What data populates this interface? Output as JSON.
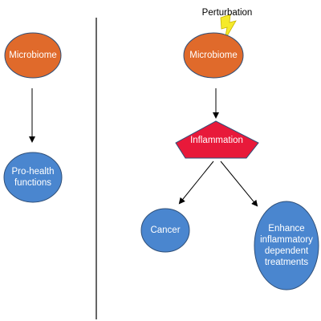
{
  "colors": {
    "microbiome_fill": "#e06a2b",
    "blue_fill": "#4a86cf",
    "inflammation_fill": "#e8193a",
    "bolt_fill": "#f5ea2a",
    "stroke": "#2f4f78",
    "text": "#ffffff",
    "arrow": "#000000"
  },
  "left": {
    "microbiome": "Microbiome",
    "pro_health": [
      "Pro-health",
      "functions"
    ]
  },
  "right": {
    "perturbation": "Perturbation",
    "microbiome": "Microbiome",
    "inflammation": "Inflammation",
    "cancer": "Cancer",
    "enhance": [
      "Enhance",
      "inflammatory",
      "dependent",
      "treatments"
    ]
  }
}
